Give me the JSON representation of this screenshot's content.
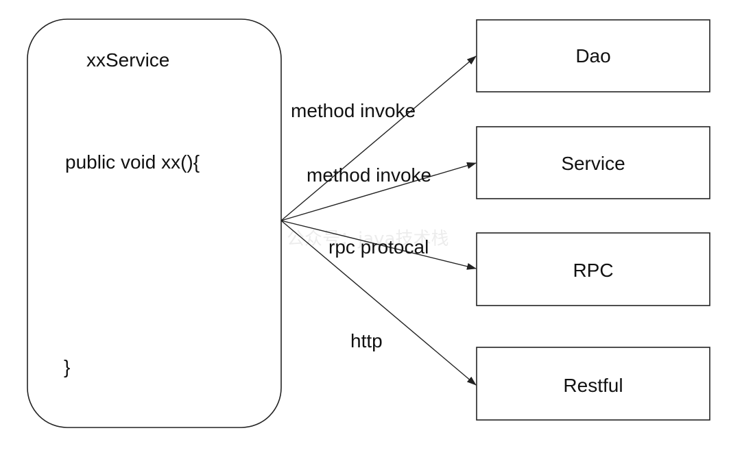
{
  "service_box": {
    "title": "xxService",
    "method_signature": "public void xx(){",
    "closing_brace": "}"
  },
  "targets": {
    "dao": "Dao",
    "service": "Service",
    "rpc": "RPC",
    "restful": "Restful"
  },
  "edges": {
    "dao": "method invoke",
    "service": "method invoke",
    "rpc": "rpc protocal",
    "restful": "http"
  },
  "watermark": "公众号：java技术栈"
}
